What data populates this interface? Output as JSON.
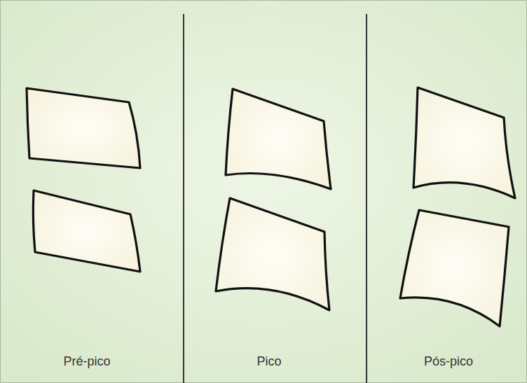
{
  "diagram": {
    "labels": [
      "Pré-pico",
      "Pico",
      "Pós-pico"
    ]
  }
}
